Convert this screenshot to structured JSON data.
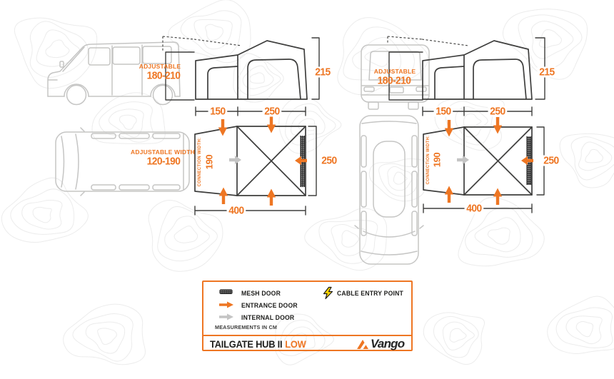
{
  "colors": {
    "accent_orange": "#EE7623",
    "line_dark": "#3E3E3D",
    "van_gray": "#C5C5C4",
    "internal_door_gray": "#C4C4C4",
    "mesh_black": "#1C1C1C",
    "cable_yellow": "#FFD400"
  },
  "side_view_left": {
    "van_adjustable_label": "ADJUSTABLE",
    "van_adjustable_range": "180-210",
    "height_cm": "215",
    "tunnel_depth_cm": "150",
    "main_depth_cm": "250"
  },
  "side_view_right": {
    "van_adjustable_label": "ADJUSTABLE",
    "van_adjustable_range": "180-210",
    "height_cm": "215",
    "tunnel_depth_cm": "150",
    "main_depth_cm": "250"
  },
  "plan_view_left": {
    "adjustable_width_label": "ADJUSTABLE WIDTH",
    "adjustable_width_range": "120-190",
    "connection_width_label": "CONNECTION WIDTH:",
    "connection_width_cm": "190",
    "width_cm": "250",
    "length_cm": "400"
  },
  "plan_view_right": {
    "connection_width_label": "CONNECTION WIDTH:",
    "connection_width_cm": "190",
    "width_cm": "250",
    "length_cm": "400"
  },
  "legend": {
    "items": [
      {
        "icon": "mesh-door-icon",
        "label": "MESH DOOR"
      },
      {
        "icon": "entrance-door-icon",
        "label": "ENTRANCE DOOR"
      },
      {
        "icon": "internal-door-icon",
        "label": "INTERNAL DOOR"
      },
      {
        "icon": "cable-entry-icon",
        "label": "CABLE ENTRY POINT"
      }
    ],
    "note": "MEASUREMENTS IN CM"
  },
  "footer": {
    "product_name": "TAILGATE HUB II",
    "variant": "LOW",
    "brand": "Vango"
  }
}
